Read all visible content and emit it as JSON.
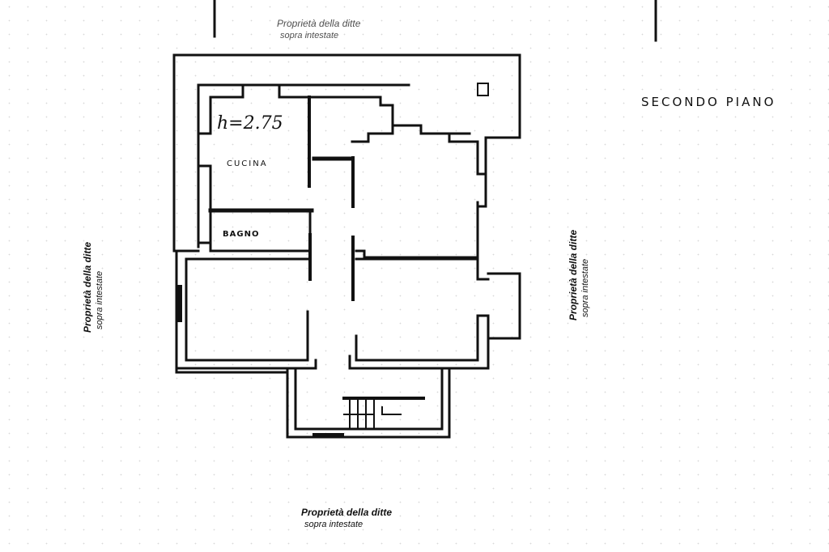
{
  "drawing": {
    "title": "SECONDO PIANO",
    "ceiling_height": "h=2.75",
    "rooms": [
      {
        "name": "CUCINA"
      },
      {
        "name": "BAGNO"
      }
    ],
    "boundary_labels": {
      "top": {
        "line1": "Proprietà della ditte",
        "line2": "sopra intestate"
      },
      "left": {
        "line1": "Proprietà della ditte",
        "line2": "sopra intestate"
      },
      "right": {
        "line1": "Proprietà della ditte",
        "line2": "sopra intestate"
      },
      "bottom": {
        "line1": "Proprietà della ditte",
        "line2": "sopra intestate"
      }
    },
    "colors": {
      "ink": "#111111",
      "paper": "#ffffff",
      "grid": "#8a8a8a"
    }
  }
}
